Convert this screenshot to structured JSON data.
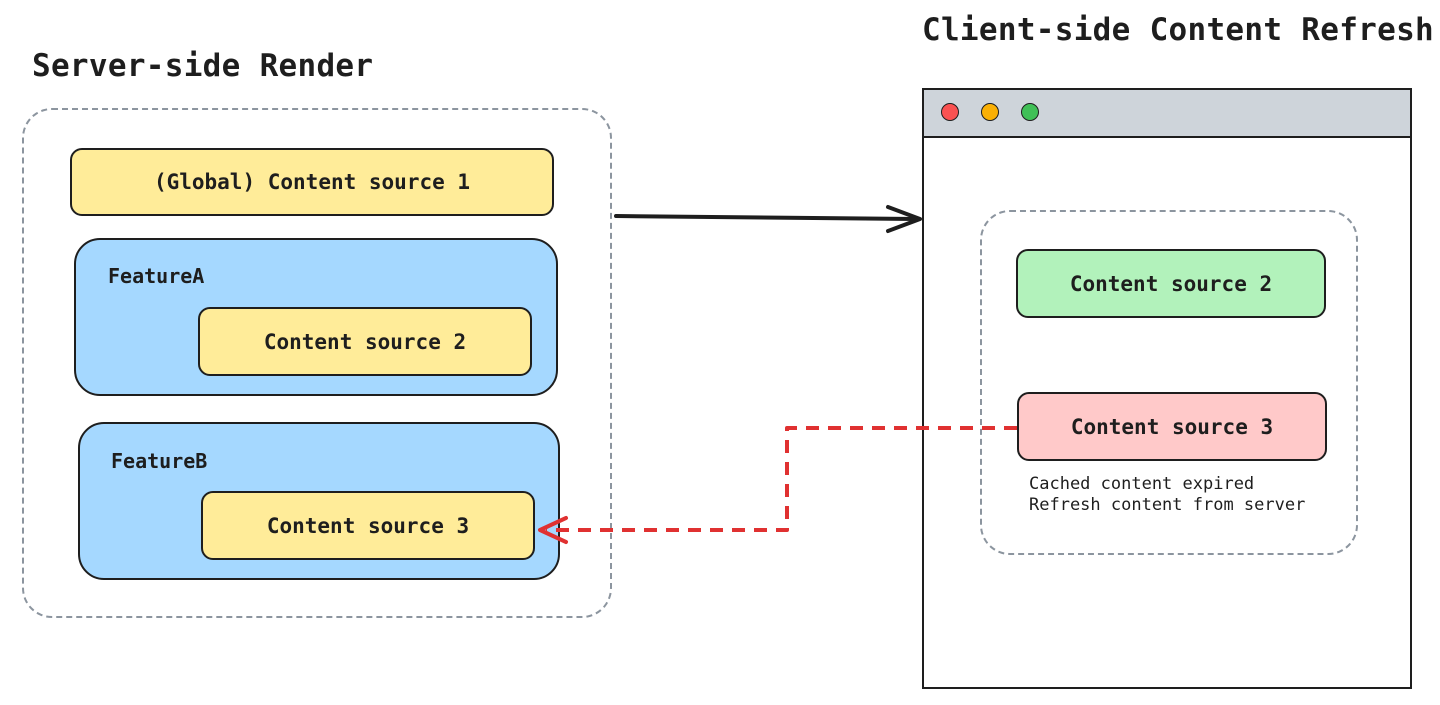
{
  "server_side": {
    "title": "Server-side Render",
    "global_source": "(Global) Content source 1",
    "feature_a": {
      "label": "FeatureA",
      "source": "Content source 2"
    },
    "feature_b": {
      "label": "FeatureB",
      "source": "Content source 3"
    }
  },
  "client_side": {
    "title": "Client-side Content Refresh",
    "source_2": "Content source 2",
    "source_3": "Content source 3",
    "note_line_1": "Cached content expired",
    "note_line_2": "Refresh content from server"
  },
  "colors": {
    "yellow_fill": "#ffec99",
    "blue_fill": "#a5d8ff",
    "green_fill": "#b2f2bb",
    "red_fill": "#ffc9c9",
    "titlebar": "#ced4da",
    "refresh_arrow": "#e03131",
    "render_arrow": "#1e1e1e"
  }
}
